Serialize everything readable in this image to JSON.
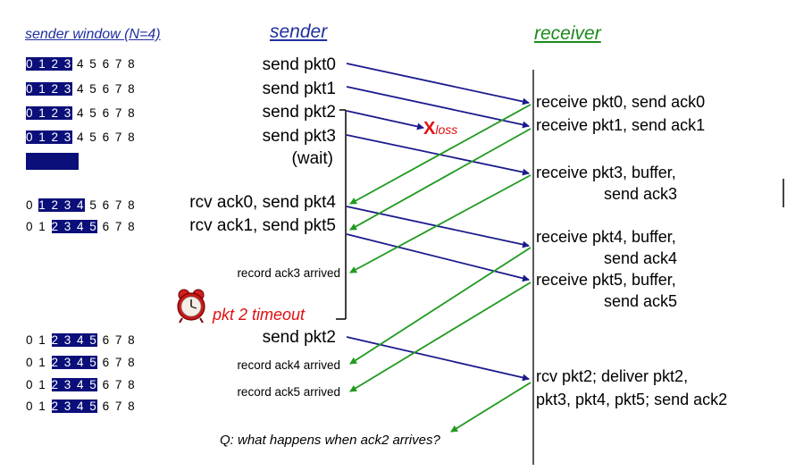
{
  "headers": {
    "sender_window": "sender window (N=4)",
    "sender": "sender",
    "receiver": "receiver"
  },
  "windows": [
    {
      "prefix": "",
      "highlight": "0 1 2 3",
      "suffix": " 4 5 6 7 8"
    },
    {
      "prefix": "",
      "highlight": "0 1 2 3",
      "suffix": " 4 5 6 7 8"
    },
    {
      "prefix": "",
      "highlight": "0 1 2 3",
      "suffix": " 4 5 6 7 8"
    },
    {
      "prefix": "",
      "highlight": "0 1 2 3",
      "suffix": " 4 5 6 7 8"
    },
    {
      "prefix": "0 ",
      "highlight": "1 2 3 4",
      "suffix": " 5 6 7 8"
    },
    {
      "prefix": "0 1 ",
      "highlight": "2 3 4 5",
      "suffix": " 6 7 8"
    },
    {
      "prefix": "0 1 ",
      "highlight": "2 3 4 5",
      "suffix": " 6 7 8"
    },
    {
      "prefix": "0 1 ",
      "highlight": "2 3 4 5",
      "suffix": " 6 7 8"
    },
    {
      "prefix": "0 1 ",
      "highlight": "2 3 4 5",
      "suffix": " 6 7 8"
    },
    {
      "prefix": "0 1 ",
      "highlight": "2 3 4 5",
      "suffix": " 6 7 8"
    }
  ],
  "sender_events": {
    "send_pkt0": "send  pkt0",
    "send_pkt1": "send  pkt1",
    "send_pkt2": "send  pkt2",
    "send_pkt3": "send  pkt3",
    "wait": "(wait)",
    "rcv_ack0": "rcv ack0, send pkt4",
    "rcv_ack1": "rcv ack1, send pkt5",
    "record_ack3": "record ack3 arrived",
    "timeout": "pkt 2 timeout",
    "resend_pkt2": "send  pkt2",
    "record_ack4": "record ack4 arrived",
    "record_ack5": "record ack5 arrived"
  },
  "loss": {
    "mark": "X",
    "label": "loss"
  },
  "receiver_events": {
    "r0": "receive pkt0, send ack0",
    "r1": "receive pkt1, send ack1",
    "r3a": "receive pkt3, buffer,",
    "r3b": "send ack3",
    "r4a": "receive pkt4, buffer,",
    "r4b": "send ack4",
    "r5a": "receive pkt5, buffer,",
    "r5b": "send ack5",
    "r2a": "rcv pkt2; deliver pkt2,",
    "r2b": "pkt3, pkt4, pkt5; send ack2"
  },
  "question": "Q: what happens when ack2 arrives?",
  "colors": {
    "data_arrow": "#1a1a8c",
    "ack_arrow": "#1f9a1f",
    "loss": "#e01010",
    "window_highlight": "#0b0f7a"
  },
  "icons": [
    "alarm-clock-icon"
  ]
}
